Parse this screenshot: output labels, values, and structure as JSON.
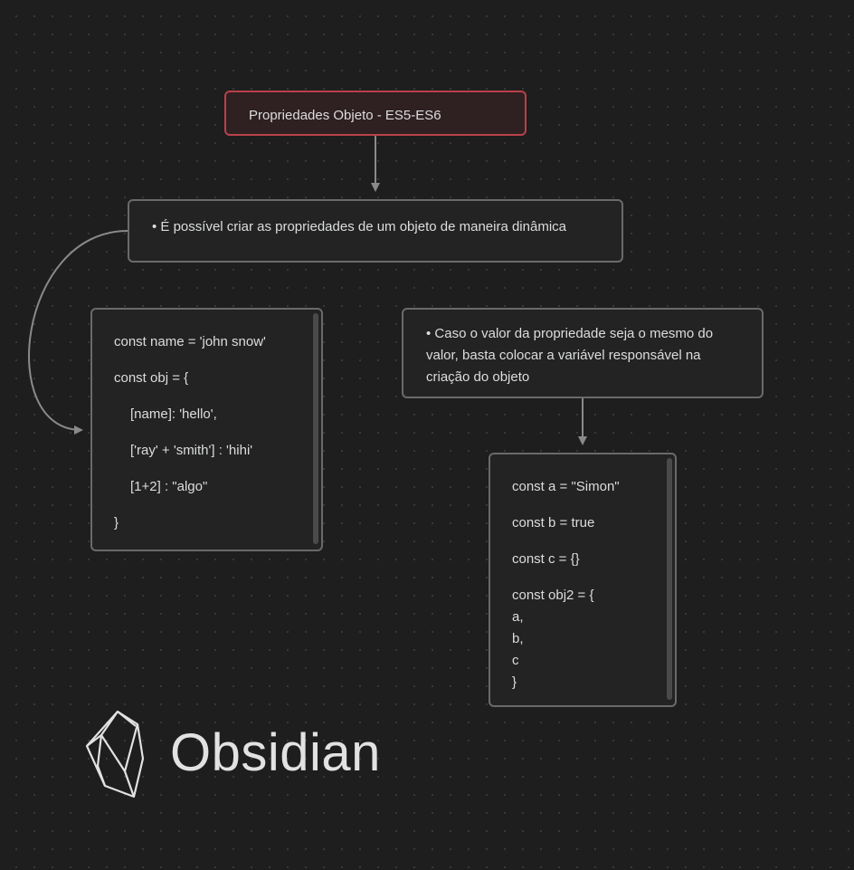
{
  "canvas": {
    "app": "Obsidian",
    "nodes": {
      "title": "Propriedades Objeto - ES5-ES6",
      "dynamic_props": "É possível criar as propriedades de um objeto de maneira dinâmica",
      "shorthand": "Caso o valor da propriedade seja o mesmo do valor, basta colocar a variável responsável na criação do objeto",
      "code_dynamic": [
        "const name = 'john snow'",
        "const obj = {",
        "[name]: 'hello',",
        "['ray' + 'smith'] : 'hihi'",
        "[1+2] : \"algo\"",
        "}"
      ],
      "code_shorthand": [
        "const a = \"Simon\"",
        "const b = true",
        "const c = {}",
        "const obj2 = {",
        "a,",
        "b,",
        "c",
        "}"
      ]
    },
    "colors": {
      "background": "#1e1e1e",
      "node_border": "#6a6a6a",
      "title_border": "#b9414a",
      "edge": "#8a8a8a"
    }
  },
  "branding": {
    "logo_text": "Obsidian",
    "logo_icon": "obsidian-crystal-icon"
  }
}
